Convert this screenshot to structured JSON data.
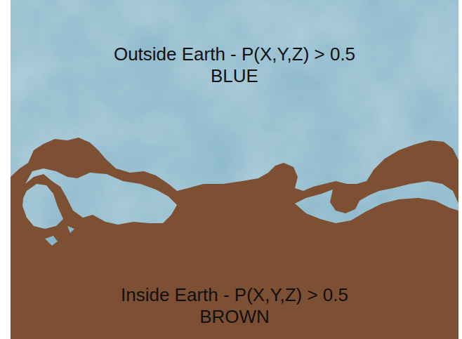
{
  "diagram": {
    "labels": [
      "Outside Earth - P(X,Y,Z) > 0.5",
      "BLUE",
      "Inside Earth - P(X,Y,Z) > 0.5",
      "BROWN"
    ]
  }
}
